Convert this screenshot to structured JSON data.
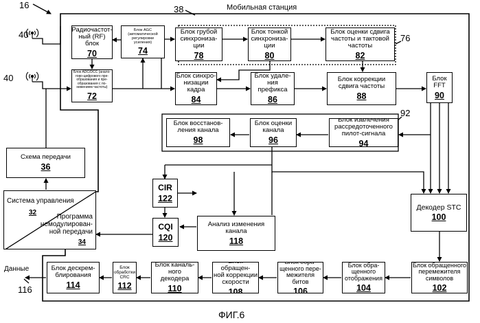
{
  "station_title": "Мобильная станция",
  "figure_caption": "ФИГ.6",
  "refs": {
    "r16": "16",
    "r38": "38",
    "r40a": "40",
    "r40b": "40",
    "r76": "76",
    "r92": "92",
    "r116": "116"
  },
  "data_output_label": "Данные",
  "blocks": {
    "rf": {
      "label": "Радиочастот-\nный (RF)\nблок",
      "num": "70"
    },
    "agc": {
      "label": "Блок AGC\n(автоматической\nрегулировки\nусиления)",
      "num": "74"
    },
    "adc": {
      "label": "Блок ADC/DCC (анало-\nгово-цифрового пре-\nобразования и пре-\nобразования с по-\nнижением частоты)",
      "num": "72"
    },
    "coarse": {
      "label": "Блок грубой\nсинхрониза-\nции",
      "num": "78"
    },
    "fine": {
      "label": "Блок тонкой\nсинхрониза-\nции",
      "num": "80"
    },
    "freqest": {
      "label": "Блок оценки сдвига\nчастоты и тактовой\nчастоты",
      "num": "82"
    },
    "framesync": {
      "label": "Блок синхро-\nнизации\nкадра",
      "num": "84"
    },
    "prefix": {
      "label": "Блок удале-\nния\nпрефикса",
      "num": "86"
    },
    "freqcorr": {
      "label": "Блок коррекции\nсдвига частоты",
      "num": "88"
    },
    "fft": {
      "label": "Блок\nFFT",
      "num": "90"
    },
    "chrest": {
      "label": "Блок восстанов-\nления канала",
      "num": "98"
    },
    "chest": {
      "label": "Блок оценки\nканала",
      "num": "96"
    },
    "pilot": {
      "label": "Блок извлечения\nрассредоточенного\nпилот-сигнала",
      "num": "94"
    },
    "tx": {
      "label": "Схема передачи",
      "num": "36"
    },
    "cir": {
      "label": "CIR",
      "num": "122"
    },
    "cqi": {
      "label": "CQI",
      "num": "120"
    },
    "chvar": {
      "label": "Анализ изменения\nканала",
      "num": "118"
    },
    "stc": {
      "label": "Декодер STC",
      "num": "100"
    },
    "descr": {
      "label": "Блок дескрем-\nблирования",
      "num": "114"
    },
    "crc": {
      "label": "Блок\nобработки CRC",
      "num": "112"
    },
    "chdec": {
      "label": "Блок каналь-\nного\nдекодера",
      "num": "110"
    },
    "ratecorr": {
      "label": "Блок обращен-\nной коррекции\nскорости",
      "num": "108"
    },
    "bitdeint": {
      "label": "Блок обра-\nщенного пере-\nмежителя\nбитов",
      "num": "106"
    },
    "demap": {
      "label": "Блок обра-\nщенного\nотображения",
      "num": "104"
    },
    "symdeint": {
      "label": "Блок обращенного\nперемежителя\nсимволов",
      "num": "102"
    }
  },
  "control": {
    "label": "Система управления",
    "num": "32",
    "program_label": "Программа\nнемодулирован-\nной передачи",
    "program_num": "34"
  }
}
